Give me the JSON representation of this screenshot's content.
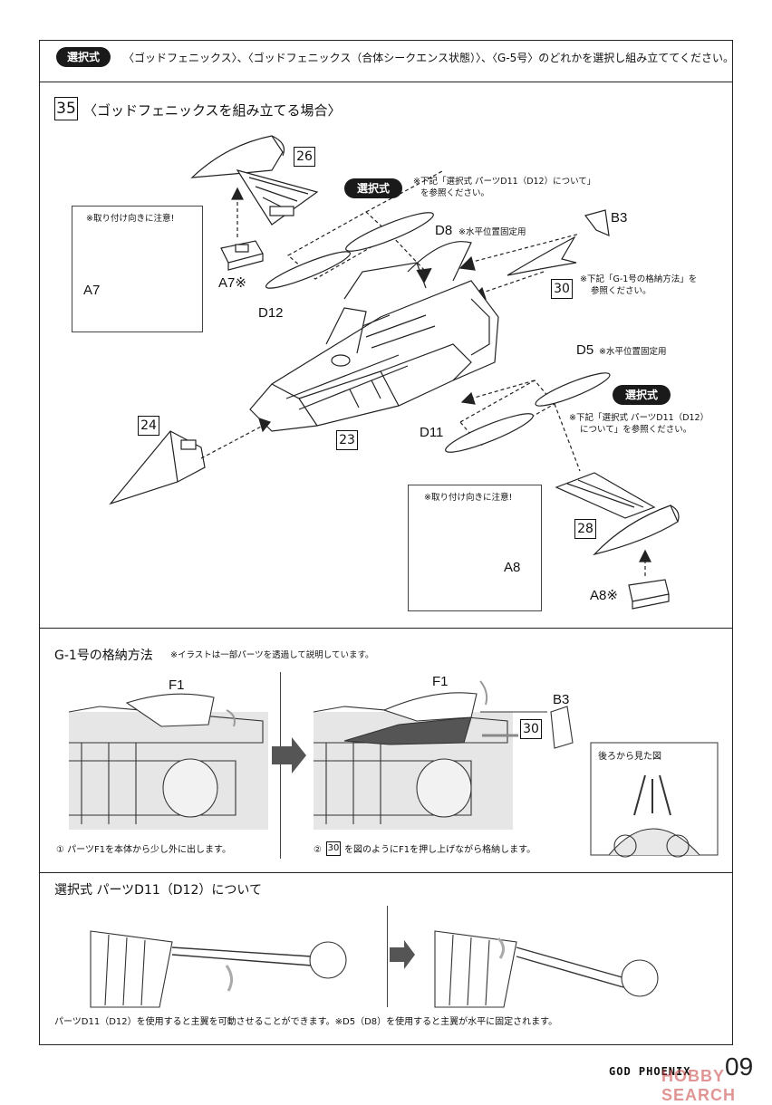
{
  "header": {
    "badge": "選択式",
    "text": "〈ゴッドフェニックス〉、〈ゴッドフェニックス（合体シークエンス状態）〉、〈G-5号〉のどれかを選択し組み立ててください。"
  },
  "step35": {
    "number": "35",
    "title": "〈ゴッドフェニックスを組み立てる場合〉",
    "note_left": {
      "caption": "※取り付け向きに注意!",
      "label": "A7"
    },
    "note_right": {
      "caption": "※取り付け向きに注意!",
      "label": "A8"
    },
    "select_top": {
      "badge": "選択式",
      "note_line1": "※下記「選択式 パーツD11（D12）について」",
      "note_line2": "を参照ください。"
    },
    "select_bottom": {
      "badge": "選択式",
      "note_line1": "※下記「選択式 パーツD11（D12）",
      "note_line2": "について」を参照ください。"
    },
    "parts": {
      "p26": "26",
      "p30": "30",
      "p24": "24",
      "p23": "23",
      "p28": "28",
      "B3": "B3",
      "D8": "D8",
      "D8_note": "※水平位置固定用",
      "D5": "D5",
      "D5_note": "※水平位置固定用",
      "A7x": "A7※",
      "A8x": "A8※",
      "D12": "D12",
      "D11": "D11",
      "p30_note_line1": "※下記「G-1号の格納方法」を",
      "p30_note_line2": "参照ください。"
    }
  },
  "g1": {
    "title": "G-1号の格納方法",
    "note": "※イラストは一部パーツを透過して説明しています。",
    "left_label": "F1",
    "right_label": "F1",
    "b3_label": "B3",
    "part30": "30",
    "caption1": "① パーツF1を本体から少し外に出します。",
    "caption2_prefix": "②",
    "caption2_part": "30",
    "caption2_text": "を図のようにF1を押し上げながら格納します。",
    "rear_view": "後ろから見た図"
  },
  "select_section": {
    "title": "選択式 パーツD11（D12）について",
    "caption": "パーツD11（D12）を使用すると主翼を可動させることができます。※D5（D8）を使用すると主翼が水平に固定されます。"
  },
  "footer": {
    "title": "GOD PHOENIX",
    "page": "09",
    "watermark": "HOBBY SEARCH"
  }
}
